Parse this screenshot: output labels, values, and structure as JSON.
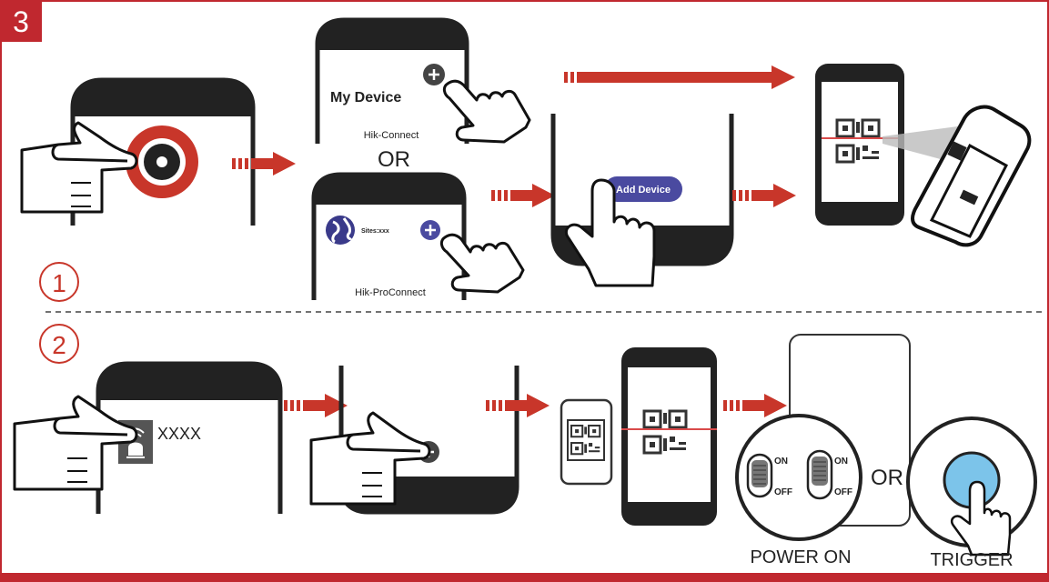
{
  "step_number": "3",
  "section1": {
    "marker": "1",
    "my_device_label": "My Device",
    "hik_connect_label": "Hik-Connect",
    "or_label": "OR",
    "sites_label": "Sites:xxx",
    "hik_proconnect_label": "Hik-ProConnect",
    "add_device_button": "Add Device"
  },
  "section2": {
    "marker": "2",
    "device_name": "XXXX",
    "switch_on_1": "ON",
    "switch_off_1": "OFF",
    "switch_on_2": "ON",
    "switch_off_2": "OFF",
    "or_label": "OR",
    "power_on_label": "POWER ON",
    "trigger_label": "TRIGGER"
  },
  "colors": {
    "accent_red": "#c8362a",
    "frame_red": "#c0282f",
    "phone_dark": "#222222",
    "button_purple": "#4a4aa0",
    "trigger_blue": "#7cc4ea"
  }
}
